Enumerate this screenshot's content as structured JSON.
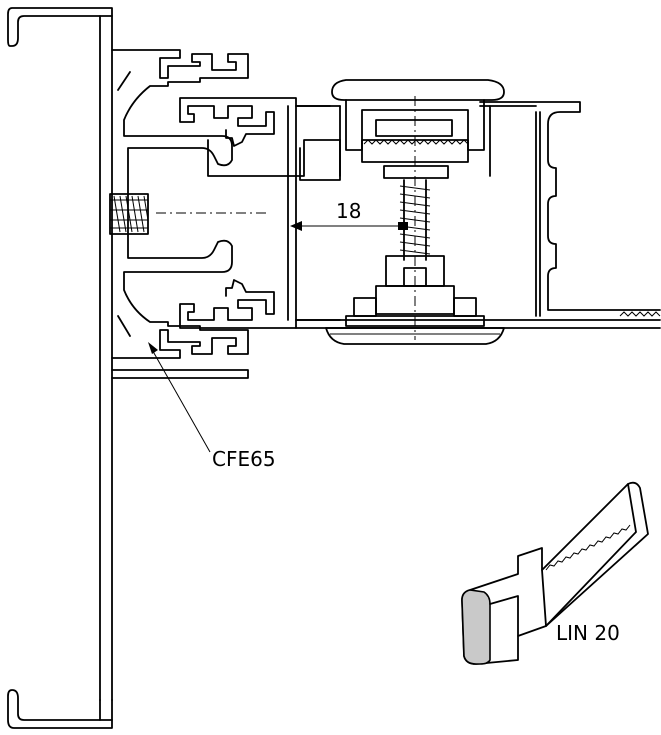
{
  "labels": {
    "dimension": "18",
    "profile_code": "CFE65",
    "clip_code": "LIN 20"
  }
}
